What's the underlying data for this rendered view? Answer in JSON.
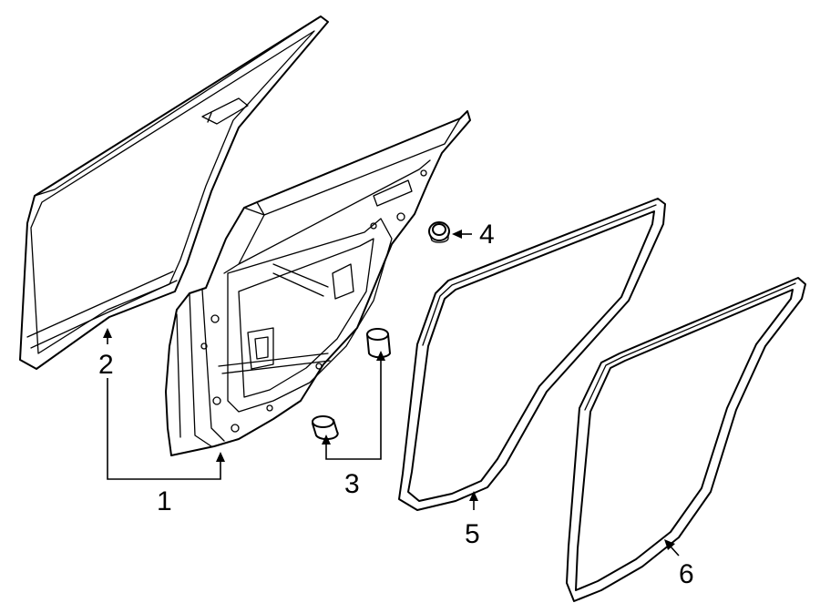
{
  "callouts": [
    {
      "id": "1",
      "label": "1"
    },
    {
      "id": "2",
      "label": "2"
    },
    {
      "id": "3",
      "label": "3"
    },
    {
      "id": "4",
      "label": "4"
    },
    {
      "id": "5",
      "label": "5"
    },
    {
      "id": "6",
      "label": "6"
    }
  ],
  "parts": [
    {
      "ref": "1",
      "icon": "door-shell-icon"
    },
    {
      "ref": "2",
      "icon": "outer-door-panel-icon"
    },
    {
      "ref": "3",
      "icon": "plug-icon"
    },
    {
      "ref": "4",
      "icon": "grommet-icon"
    },
    {
      "ref": "5",
      "icon": "door-body-weatherstrip-icon"
    },
    {
      "ref": "6",
      "icon": "door-opening-weatherstrip-icon"
    }
  ],
  "colors": {
    "line": "#000000",
    "background": "#ffffff"
  }
}
